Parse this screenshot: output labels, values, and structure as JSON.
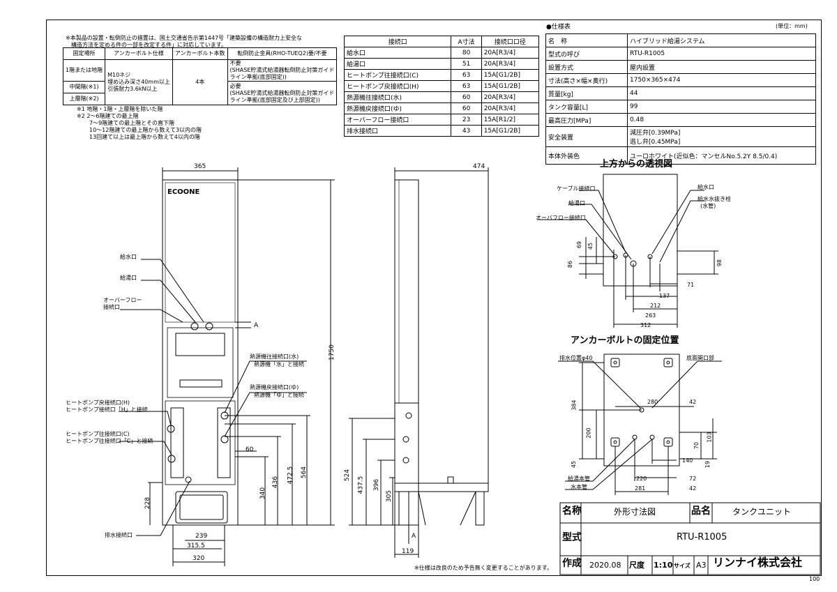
{
  "note_header": {
    "line1": "※本製品の設置・転倒防止の措置は、国土交通省告示第1447号「建築設備の構造耐力上安全な",
    "line2": "構造方法を定める件の一部を改定する件」に対応しています。"
  },
  "fix_table": {
    "headers": [
      "固定場所",
      "アンカーボルト仕様",
      "アンカーボルト本数",
      "転倒防止金具(RHO-TUEQ2)要/不要"
    ],
    "places": [
      "1階または地階",
      "中間階(※1)",
      "上層階(※2)"
    ],
    "bolt_spec": [
      "M10ネジ",
      "埋め込み深さ40mm以上",
      "引張耐力3.6kN以上"
    ],
    "bolt_count": "4本",
    "req1": [
      "不要",
      "(SHASE貯湯式給湯器転倒防止対策ガイド",
      "ライン準拠(底部固定))"
    ],
    "req2": [
      "必要",
      "(SHASE貯湯式給湯器転倒防止対策ガイド",
      "ライン準拠(底部固定及び上部固定))"
    ]
  },
  "footnotes": [
    "※1 地階・1階・上層階を除いた階",
    "※2 2～6階建ての最上階",
    "7～9階建ての最上階とその直下階",
    "10～12階建ての最上階から数えて3以内の階",
    "13回建て以上は最上階から数えて4以内の階"
  ],
  "conn_table": {
    "headers": [
      "接続口",
      "A寸法",
      "接続口口径"
    ],
    "rows": [
      [
        "給水口",
        "80",
        "20A[R3/4]"
      ],
      [
        "給湯口",
        "51",
        "20A[R3/4]"
      ],
      [
        "ヒートポンプ往接続口(C)",
        "63",
        "15A[G1/2B]"
      ],
      [
        "ヒートポンプ戻接続口(H)",
        "63",
        "15A[G1/2B]"
      ],
      [
        "熱源機往接続口(水)",
        "60",
        "20A[R3/4]"
      ],
      [
        "熱源機戻接続口(ゆ)",
        "60",
        "20A[R3/4]"
      ],
      [
        "オーバーフロー接続口",
        "23",
        "15A[R1/2]"
      ],
      [
        "排水接続口",
        "43",
        "15A[G1/2B]"
      ]
    ]
  },
  "spec": {
    "title": "●仕様表",
    "unit": "(単位：mm)",
    "rows": [
      [
        "名　称",
        "ハイブリッド給湯システム"
      ],
      [
        "型式の呼び",
        "RTU-R1005"
      ],
      [
        "設置方式",
        "屋内設置"
      ],
      [
        "寸法(高さ×幅×奥行)",
        "1750×365×474"
      ],
      [
        "質量[kg]",
        "44"
      ],
      [
        "タンク容量[L]",
        "99"
      ],
      [
        "最高圧力[MPa]",
        "0.48"
      ]
    ],
    "safety_label": "安全装置",
    "safety_values": [
      "減圧弁[0.39MPa]",
      "逃し弁[0.45MPa]"
    ],
    "color_label": "本体外装色",
    "color_value": "ユーロホワイト(近似色：マンセルNo.5.2Y 8.5/0.4)"
  },
  "front_view": {
    "logo": "ECOONE",
    "dims": {
      "width": "365",
      "height": "1750",
      "d228": "228",
      "d340": "340",
      "d436": "436",
      "d4725": "472.5",
      "d564": "564",
      "d60": "60",
      "d239": "239",
      "d3155": "315.5",
      "d320": "320",
      "a": "A"
    },
    "labels": {
      "water_in": "給水口",
      "hot_out": "給湯口",
      "overflow1": "オーバーフロー",
      "overflow2": "接続口",
      "heat_water1": "熱源機往接続口(水)",
      "heat_water2": "熱源機「水」と接続",
      "heat_yu1": "熱源機戻接続口(ゆ)",
      "heat_yu2": "熱源機「ゆ」と接続",
      "hp_h1": "ヒートポンプ戻接続口(H)",
      "hp_h2": "ヒートポンプ接続口「H」と接続",
      "hp_c1": "ヒートポンプ往接続口(C)",
      "hp_c2": "ヒートポンプ往接続口「C」と接続",
      "drain": "排水接続口"
    }
  },
  "side_view": {
    "dims": {
      "depth": "474",
      "d524": "524",
      "d4375": "437.5",
      "d396": "396",
      "d305": "305",
      "d119": "119",
      "a": "A"
    }
  },
  "top_view": {
    "title": "上方からの透視図",
    "labels": {
      "cable": "ケーブル接続口",
      "hot": "給湯口",
      "overflow": "オーバフロー接続口",
      "water": "給水口",
      "drain_valve1": "給水水抜き栓",
      "drain_valve2": "(水管)"
    },
    "dims": {
      "d69": "69",
      "d45": "45",
      "d86": "86",
      "d98": "98",
      "d71": "71",
      "d137": "137",
      "d212": "212",
      "d263": "263",
      "d312": "312"
    }
  },
  "anchor_view": {
    "title": "アンカーボルトの固定位置",
    "labels": {
      "drain_pos": "排水位置φ40",
      "bottom_open": "底面開口部",
      "hot_pipe": "給湯本管",
      "water_pipe": "水本管"
    },
    "dims": {
      "d280": "280",
      "d42a": "42",
      "d384": "384",
      "d200": "200",
      "d70": "70",
      "d103": "103",
      "d45": "45",
      "d140": "140",
      "d19": "19",
      "d220": "220",
      "d72": "72",
      "d281": "281",
      "d42b": "42"
    }
  },
  "footer_note": "※仕様は改良のため予告無く変更することがあります。",
  "title_block": {
    "name_label": "名称",
    "name_value": "外形寸法図",
    "item_label": "品名",
    "item_value": "タンクユニット",
    "model_label": "型式",
    "model_value": "RTU-R1005",
    "made_label": "作成",
    "date": "2020.08",
    "scale_label": "尺度",
    "scale": "1:10",
    "size_label": "サイズ",
    "size": "A3",
    "company": "リンナイ株式会社"
  },
  "page_no": "100"
}
